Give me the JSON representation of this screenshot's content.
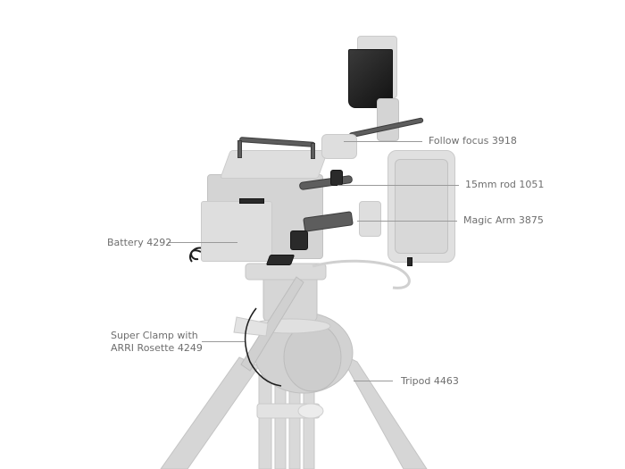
{
  "diagram": {
    "subject": "Camera rig on tripod with accessories",
    "callouts": [
      {
        "id": "follow-focus",
        "label": "Follow focus 3918"
      },
      {
        "id": "rod",
        "label": "15mm rod 1051"
      },
      {
        "id": "magic-arm",
        "label": "Magic Arm 3875"
      },
      {
        "id": "battery",
        "label": "Battery 4292"
      },
      {
        "id": "super-clamp",
        "label_line1": "Super Clamp with",
        "label_line2": "ARRI Rosette 4249"
      },
      {
        "id": "tripod",
        "label": "Tripod 4463"
      }
    ],
    "colors": {
      "background": "#ffffff",
      "ghost_gray": "#d4d4d4",
      "accessory_dark": "#2a2a2a",
      "label_text": "#6e6e6e",
      "leader_line": "#9a9a9a"
    }
  }
}
